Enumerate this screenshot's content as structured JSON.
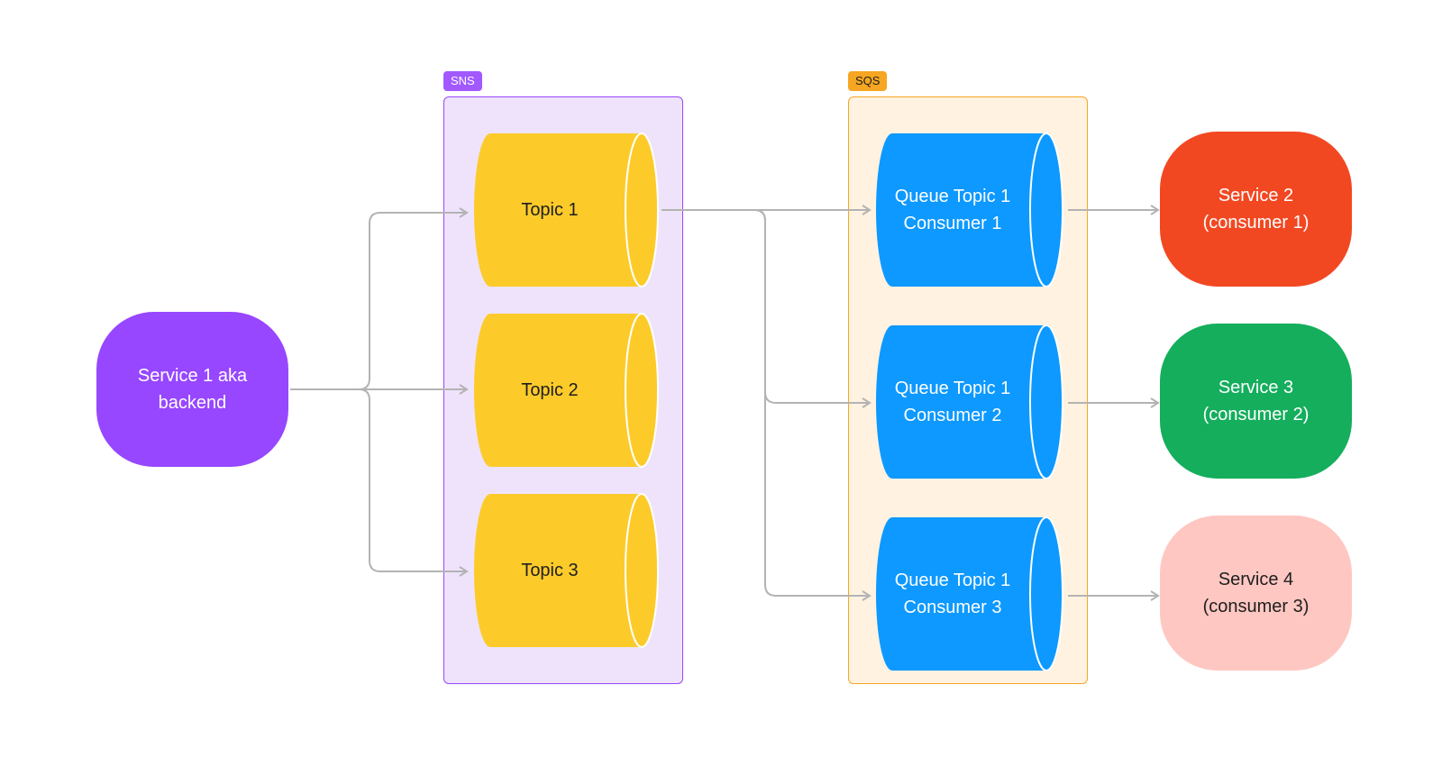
{
  "groups": {
    "sns": {
      "label": "SNS",
      "color": "#9747ff",
      "fill": "#efe3fb"
    },
    "sqs": {
      "label": "SQS",
      "color": "#f6a623",
      "fill": "#fff2e0"
    }
  },
  "services": [
    {
      "id": "service-1",
      "label": "Service 1 aka\nbackend",
      "color": "#9747ff"
    },
    {
      "id": "service-2",
      "label": "Service 2\n(consumer 1)",
      "color": "#f24822"
    },
    {
      "id": "service-3",
      "label": "Service 3\n(consumer 2)",
      "color": "#14ae5c"
    },
    {
      "id": "service-4",
      "label": "Service 4\n(consumer 3)",
      "color": "#ffc7c2"
    }
  ],
  "topics": [
    {
      "id": "topic-1",
      "label": "Topic 1"
    },
    {
      "id": "topic-2",
      "label": "Topic 2"
    },
    {
      "id": "topic-3",
      "label": "Topic 3"
    }
  ],
  "queues": [
    {
      "id": "queue-1",
      "label": "Queue Topic 1\nConsumer 1"
    },
    {
      "id": "queue-2",
      "label": "Queue Topic 1\nConsumer 2"
    },
    {
      "id": "queue-3",
      "label": "Queue Topic 1\nConsumer 3"
    }
  ],
  "connections": [
    {
      "from": "service-1",
      "to": "topic-1"
    },
    {
      "from": "service-1",
      "to": "topic-2"
    },
    {
      "from": "service-1",
      "to": "topic-3"
    },
    {
      "from": "topic-1",
      "to": "queue-1"
    },
    {
      "from": "topic-1",
      "to": "queue-2"
    },
    {
      "from": "topic-1",
      "to": "queue-3"
    },
    {
      "from": "queue-1",
      "to": "service-2"
    },
    {
      "from": "queue-2",
      "to": "service-3"
    },
    {
      "from": "queue-3",
      "to": "service-4"
    }
  ],
  "colors": {
    "topic": "#fccb2a",
    "queue": "#0d99ff",
    "connector": "#b3b3b3"
  }
}
